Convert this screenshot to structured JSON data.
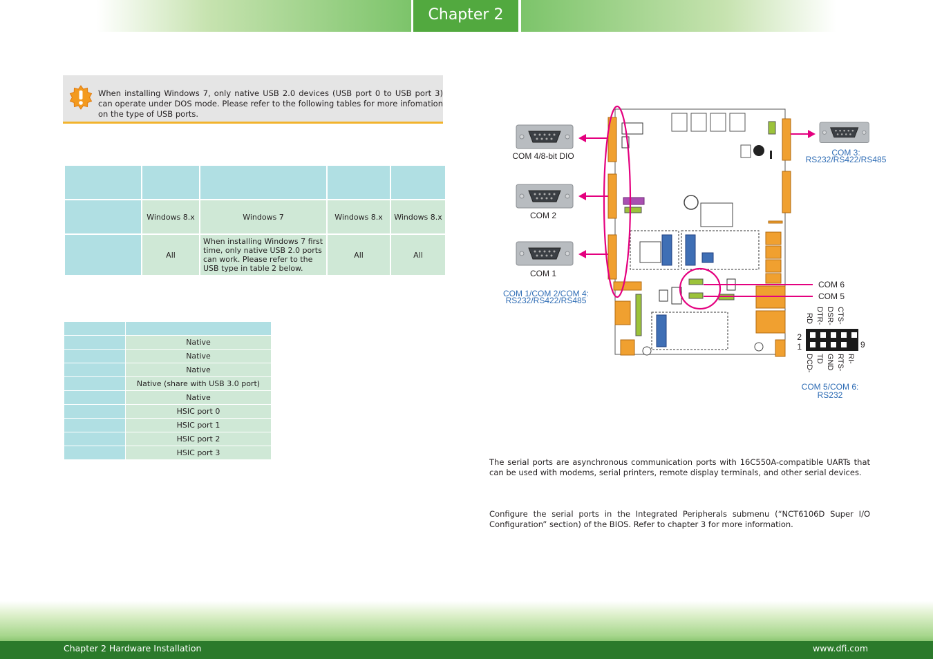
{
  "header": {
    "chapter_label": "Chapter 2"
  },
  "note": {
    "text": "When installing Windows 7, only native USB 2.0 devices (USB port 0 to USB port 3) can operate under DOS mode. Please refer to the following tables for more infomation on the type of USB ports."
  },
  "os_table": {
    "row1": [
      "",
      "Windows 8.x",
      "Windows 7",
      "Windows 8.x",
      "Windows 8.x"
    ],
    "row2": [
      "",
      "All",
      "When installing Windows 7 first time, only native USB 2.0 ports can work. Please refer to the USB type in table 2 below.",
      "All",
      "All"
    ]
  },
  "usb_table": {
    "rows": [
      "Native",
      "Native",
      "Native",
      "Native (share with USB 3.0 port)",
      "Native",
      "HSIC port 0",
      "HSIC port 1",
      "HSIC port 2",
      "HSIC port 3"
    ]
  },
  "diagram": {
    "com4_label": "COM 4/8-bit DIO",
    "com2_label": "COM 2",
    "com1_label": "COM 1",
    "com124_caption_line1": "COM 1/COM 2/COM 4:",
    "com124_caption_line2": "RS232/RS422/RS485",
    "com3_caption_line1": "COM 3:",
    "com3_caption_line2": "RS232/RS422/RS485",
    "com6_label": "COM 6",
    "com5_label": "COM 5",
    "pin_top": [
      "RD",
      "DTR-",
      "DSR-",
      "CTS-"
    ],
    "pin_bottom": [
      "DCD-",
      "TD",
      "GND",
      "RTS-",
      "RI-"
    ],
    "pin_num_2": "2",
    "pin_num_1": "1",
    "pin_num_9": "9",
    "com56_caption_line1": "COM 5/COM 6:",
    "com56_caption_line2": "RS232"
  },
  "paragraphs": {
    "serial_intro": "The serial ports are asynchronous communication ports with 16C550A-compatible UARTs that can be used with modems, serial printers, remote display terminals, and other serial devices.",
    "bios_config": "Configure the serial ports in the Integrated Peripherals submenu (“NCT6106D Super I/O Configuration” section) of the BIOS. Refer to chapter 3 for more information."
  },
  "footer": {
    "left": "Chapter 2 Hardware Installation",
    "right": "www.dfi.com"
  },
  "colors": {
    "green": "#52a93f",
    "teal": "#b0dfe3",
    "mint": "#cfe8d6",
    "magenta": "#e4007f",
    "blue_caption": "#2f6db5",
    "note_underline": "#f2b32c"
  },
  "icons": {
    "note": "caution-icon"
  }
}
